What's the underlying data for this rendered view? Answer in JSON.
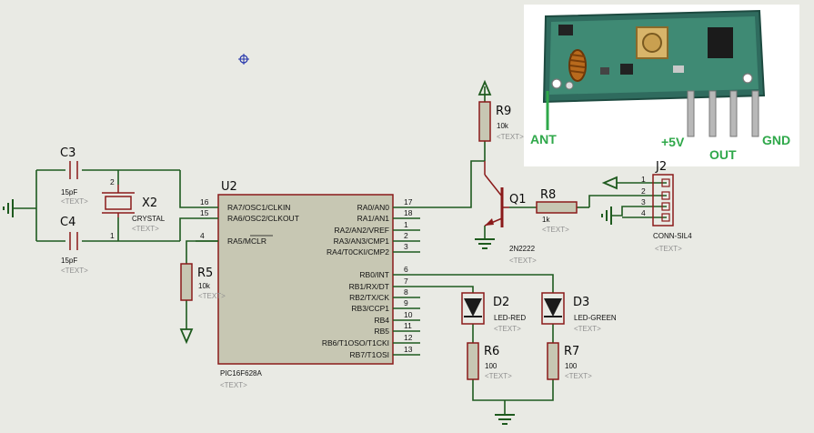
{
  "components": {
    "c3": {
      "ref": "C3",
      "value": "15pF",
      "text": "<TEXT>"
    },
    "c4": {
      "ref": "C4",
      "value": "15pF",
      "text": "<TEXT>"
    },
    "x2": {
      "ref": "X2",
      "value": "CRYSTAL",
      "text": "<TEXT>",
      "pin1": "1",
      "pin2": "2"
    },
    "u2": {
      "ref": "U2",
      "value": "PIC16F628A",
      "text": "<TEXT>",
      "left_pins": [
        {
          "num": "16",
          "name": "RA7/OSC1/CLKIN"
        },
        {
          "num": "15",
          "name": "RA6/OSC2/CLKOUT"
        },
        {
          "num": "4",
          "name": "RA5/MCLR"
        }
      ],
      "right_pins": [
        {
          "num": "17",
          "name": "RA0/AN0"
        },
        {
          "num": "18",
          "name": "RA1/AN1"
        },
        {
          "num": "1",
          "name": "RA2/AN2/VREF"
        },
        {
          "num": "2",
          "name": "RA3/AN3/CMP1"
        },
        {
          "num": "3",
          "name": "RA4/T0CKI/CMP2"
        },
        {
          "num": "6",
          "name": "RB0/INT"
        },
        {
          "num": "7",
          "name": "RB1/RX/DT"
        },
        {
          "num": "8",
          "name": "RB2/TX/CK"
        },
        {
          "num": "9",
          "name": "RB3/CCP1"
        },
        {
          "num": "10",
          "name": "RB4"
        },
        {
          "num": "11",
          "name": "RB5"
        },
        {
          "num": "12",
          "name": "RB6/T1OSO/T1CKI"
        },
        {
          "num": "13",
          "name": "RB7/T1OSI"
        }
      ]
    },
    "r5": {
      "ref": "R5",
      "value": "10k",
      "text": "<TEXT>"
    },
    "r9": {
      "ref": "R9",
      "value": "10k",
      "text": "<TEXT>"
    },
    "q1": {
      "ref": "Q1",
      "value": "2N2222",
      "text": "<TEXT>"
    },
    "r8": {
      "ref": "R8",
      "value": "1k",
      "text": "<TEXT>"
    },
    "j2": {
      "ref": "J2",
      "value": "CONN-SIL4",
      "text": "<TEXT>",
      "pins": [
        "1",
        "2",
        "3",
        "4"
      ]
    },
    "d2": {
      "ref": "D2",
      "value": "LED-RED",
      "text": "<TEXT>"
    },
    "d3": {
      "ref": "D3",
      "value": "LED-GREEN",
      "text": "<TEXT>"
    },
    "r6": {
      "ref": "R6",
      "value": "100",
      "text": "<TEXT>"
    },
    "r7": {
      "ref": "R7",
      "value": "100",
      "text": "<TEXT>"
    }
  },
  "module": {
    "labels": {
      "ant": "ANT",
      "vcc": "+5V",
      "out": "OUT",
      "gnd": "GND"
    }
  },
  "colors": {
    "background": "#e9eae4",
    "wire": "#1e5a1e",
    "component": "#8a1a1a",
    "module_label": "#2fa84a"
  }
}
